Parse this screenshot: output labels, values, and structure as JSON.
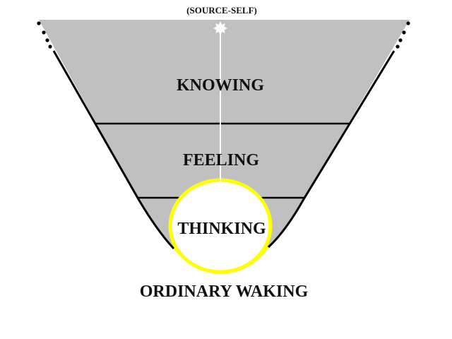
{
  "diagram": {
    "top_label": "(SOURCE-SELF)",
    "levels": [
      {
        "label": "KNOWING"
      },
      {
        "label": "FEELING"
      },
      {
        "label": "THINKING"
      }
    ],
    "bottom_label": "ORDINARY WAKING",
    "icons": {
      "source": "starburst-icon"
    },
    "colors": {
      "funnel_fill": "#c0c0c0",
      "outline": "#000000",
      "circle": "#ffff00",
      "beam": "#ffffff",
      "background": "#ffffff"
    }
  }
}
